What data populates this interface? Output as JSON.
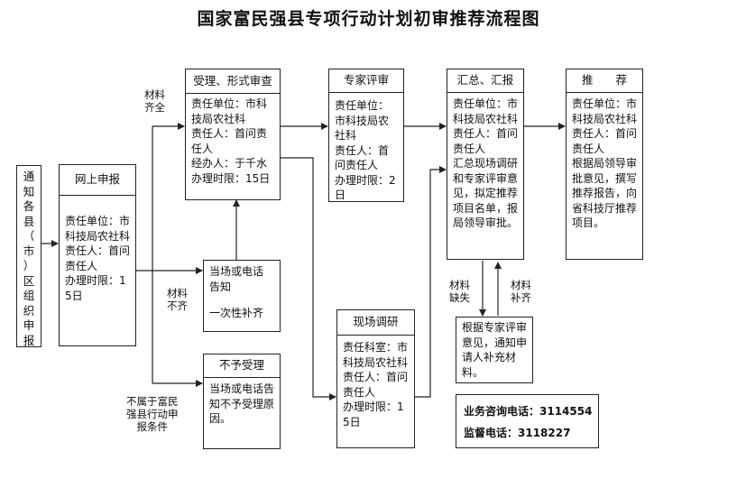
{
  "title": "国家富民强县专项行动计划初审推荐流程图",
  "notify": "通\n知\n各\n县\n（\n市\n）\n区\n组\n织\n申\n报",
  "boxes": {
    "online": {
      "header": "网上申报",
      "body": "责任单位：市科技局农社科\n责任人：首问责任人\n办理时限：15日"
    },
    "accept": {
      "header": "受理、形式审查",
      "body": "责任单位：市科技局农社科\n责任人：首问责任人\n经办人：于千水\n办理时限：15日"
    },
    "notify_on_spot": {
      "header": "当场或电话\n告知",
      "body": "一次性补齐"
    },
    "reject": {
      "header": "不予受理",
      "body": "当场或电话告知不予受理原因。"
    },
    "expert": {
      "header": "专家评审",
      "body": "责任单位：市科技局农社科\n责任人：首问责任人\n办理时限：2日"
    },
    "field": {
      "header": "现场调研",
      "body": "责任科室：市科技局农社科\n责任人：首问责任人\n办理时限：15日"
    },
    "summary": {
      "header": "汇总、汇报",
      "body": "责任单位：市科技局农社科\n责任人：首问责任人\n汇总现场调研和专家评审意见，拟定推荐项目名单，报局领导审批。"
    },
    "recommend": {
      "header": "推　　荐",
      "body": "责任单位：市科技局农社科\n责任人：首问责任人\n根据局领导审批意见，撰写推荐报告，向省科技厅推荐项目。"
    },
    "supplement": {
      "body": "根据专家评审意见，通知申请人补充材料。"
    }
  },
  "labels": {
    "complete": "材料\n齐全",
    "incomplete": "材料\n不齐",
    "not_qualified": "不属于富民\n强县行动申\n报条件",
    "missing": "材料\n缺失",
    "supplemented": "材料\n补齐"
  },
  "contacts": {
    "business": "业务咨询电话：3114554",
    "supervision": "监督电话：3118227"
  }
}
